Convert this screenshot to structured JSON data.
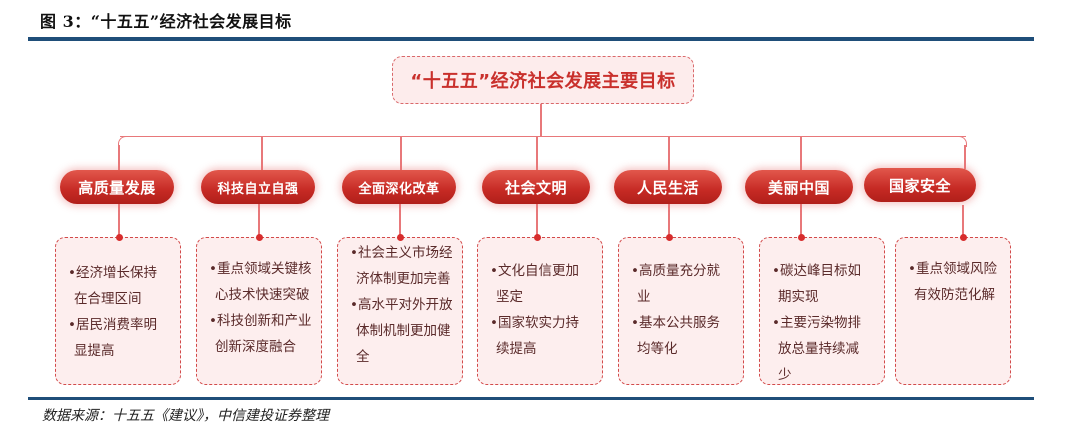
{
  "figure": {
    "title": "图 3：“十五五”经济社会发展目标",
    "source": "数据来源：十五五《建议》，中信建投证券整理"
  },
  "root": {
    "label": "“十五五”经济社会发展主要目标"
  },
  "colors": {
    "accent_red": "#c62a24",
    "rule_blue": "#1f4e79",
    "connector": "#e8787a",
    "card_bg": "#fdeeee",
    "card_border": "#d24a4a",
    "card_text": "#5a2a2a"
  },
  "categories": [
    {
      "label": "高质量发展",
      "items": [
        "•经济增长保持在合理区间",
        "•居民消费率明显提高"
      ],
      "lines": [
        "•经济增长保持",
        "在合理区间",
        "•居民消费率明",
        "显提高"
      ]
    },
    {
      "label": "科技自立自强",
      "items": [
        "•重点领域关键核心技术快速突破",
        "•科技创新和产业创新深度融合"
      ],
      "lines": [
        "•重点领域关键核",
        "心技术快速突破",
        "•科技创新和产业",
        "创新深度融合"
      ]
    },
    {
      "label": "全面深化改革",
      "items": [
        "•社会主义市场经济体制更加完善",
        "•高水平对外开放体制机制更加健全"
      ],
      "lines": [
        "•社会主义市场经",
        "济体制更加完善",
        "•高水平对外开放",
        "体制机制更加健",
        "全"
      ]
    },
    {
      "label": "社会文明",
      "items": [
        "•文化自信更加坚定",
        "•国家软实力持续提高"
      ],
      "lines": [
        "•文化自信更加",
        "坚定",
        "•国家软实力持",
        "续提高"
      ]
    },
    {
      "label": "人民生活",
      "items": [
        "•高质量充分就业",
        "•基本公共服务均等化"
      ],
      "lines": [
        "•高质量充分就",
        "业",
        "•基本公共服务",
        "均等化"
      ]
    },
    {
      "label": "美丽中国",
      "items": [
        "•碳达峰目标如期实现",
        "•主要污染物排放总量持续减少"
      ],
      "lines": [
        "•碳达峰目标如",
        "期实现",
        "•主要污染物排",
        "放总量持续减",
        "少"
      ]
    },
    {
      "label": "国家安全",
      "items": [
        "•重点领域风险有效防范化解"
      ],
      "lines": [
        "•重点领域风险",
        "有效防范化解"
      ]
    }
  ]
}
